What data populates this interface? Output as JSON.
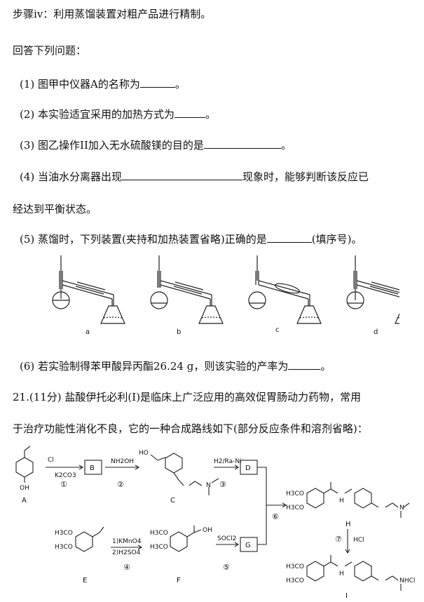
{
  "lines": {
    "step4": "步骤ⅳ：利用蒸馏装置对粗产品进行精制。",
    "answer_prompt": "回答下列问题：",
    "q1_pre": "(1) 图甲中仪器A的名称为",
    "q1_post": "。",
    "q2_pre": "(2) 本实验适宜采用的加热方式为",
    "q2_post": "。",
    "q3_pre": "(3) 图乙操作II加入无水硫酸镁的目的是",
    "q3_post": "。",
    "q4_pre": "(4) 当油水分离器出现",
    "q4_post": "现象时，能够判断该反应已",
    "q4_cont": "经达到平衡状态。",
    "q5_pre": "(5) 蒸馏时，下列装置(夹持和加热装置省略)正确的是",
    "q5_post": "(填序号)。",
    "q6_pre": "(6) 若实验制得苯甲酸异丙酯26.24 g，则该实验的产率为",
    "q6_post": "。",
    "q21_a": "21.(11分) 盐酸伊托必利(I)是临床上广泛应用的高效促胃肠动力药物，常用",
    "q21_b": "于治疗功能性消化不良，它的一种合成路线如下(部分反应条件和溶剂省略)："
  },
  "apparatus_labels": [
    "a",
    "b",
    "c",
    "d"
  ],
  "scheme": {
    "compounds": {
      "A": "A",
      "B": "B",
      "C": "C",
      "D": "D",
      "E": "E",
      "F": "F",
      "G": "G",
      "H": "H",
      "I": "I"
    },
    "reagents": {
      "r1_top": "Cl",
      "r1_bottom": "K2CO3",
      "r2": "NH2OH",
      "r3": "H2/Ra-Ni",
      "r4a": "1)KMnO4",
      "r4b": "2)H2SO4",
      "r5": "SOCl2",
      "r7": "HCl"
    },
    "steps": [
      "①",
      "②",
      "③",
      "④",
      "⑤",
      "⑥",
      "⑦"
    ],
    "groups": {
      "oh": "OH",
      "ho_n": "HO",
      "n": "N",
      "nh": "H",
      "och3": "H3CO",
      "cooh": "OH",
      "hcl_salt": "·HCl"
    }
  }
}
